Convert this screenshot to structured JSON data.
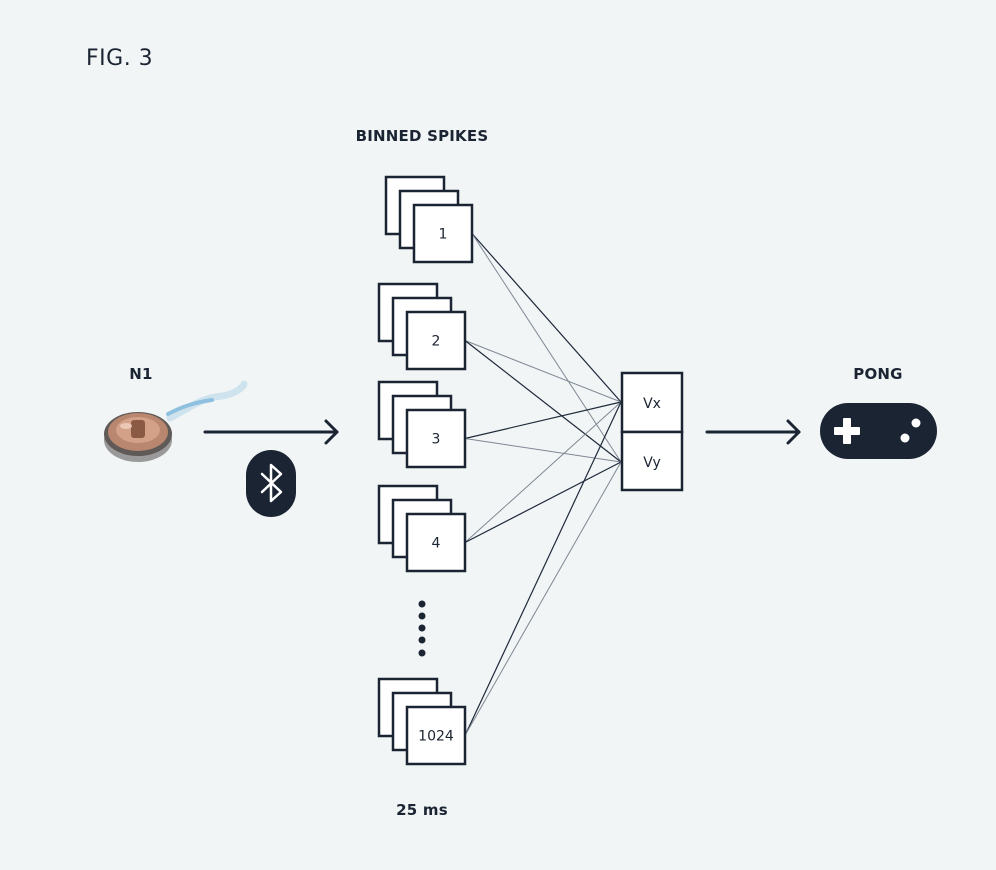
{
  "figure": {
    "title": "FIG. 3",
    "binned_spikes_label": "BINNED SPIKES",
    "device_label": "N1",
    "output_label": "PONG",
    "bin_width_label": "25 ms",
    "channels": [
      "1",
      "2",
      "3",
      "4",
      "1024"
    ],
    "outputs": [
      "Vx",
      "Vy"
    ],
    "icons": {
      "device": "n1-implant-icon",
      "wireless": "bluetooth-icon",
      "output": "gamepad-icon",
      "ellipsis": "vertical-dots-icon"
    },
    "colors": {
      "background": "#f1f5f6",
      "ink": "#1b2432",
      "dark_connection": "#1f2a3a",
      "light_connection": "#7f8893"
    }
  }
}
